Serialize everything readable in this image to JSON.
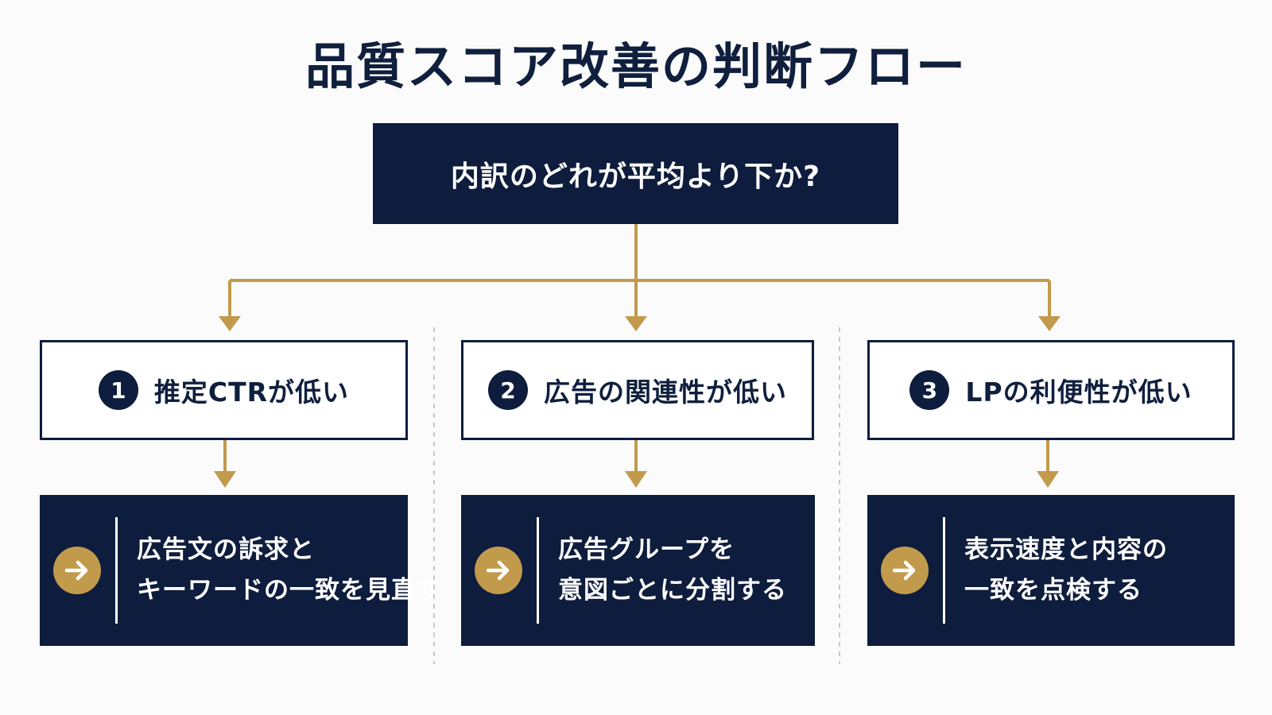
{
  "title": "品質スコア改善の判断フロー",
  "question": "内訳のどれが平均より下か?",
  "colors": {
    "navy": "#0e1c3d",
    "gold": "#c29a4c",
    "white": "#ffffff",
    "background": "#fbfbfb"
  },
  "branches": [
    {
      "number": "1",
      "cause": "推定CTRが低い",
      "action_lines": [
        "広告文の訴求と",
        "キーワードの一致を見直す"
      ],
      "action_icon": "arrow-right-icon"
    },
    {
      "number": "2",
      "cause": "広告の関連性が低い",
      "action_lines": [
        "広告グループを",
        "意図ごとに分割する"
      ],
      "action_icon": "arrow-right-icon"
    },
    {
      "number": "3",
      "cause": "LPの利便性が低い",
      "action_lines": [
        "表示速度と内容の",
        "一致を点検する"
      ],
      "action_icon": "arrow-right-icon"
    }
  ]
}
